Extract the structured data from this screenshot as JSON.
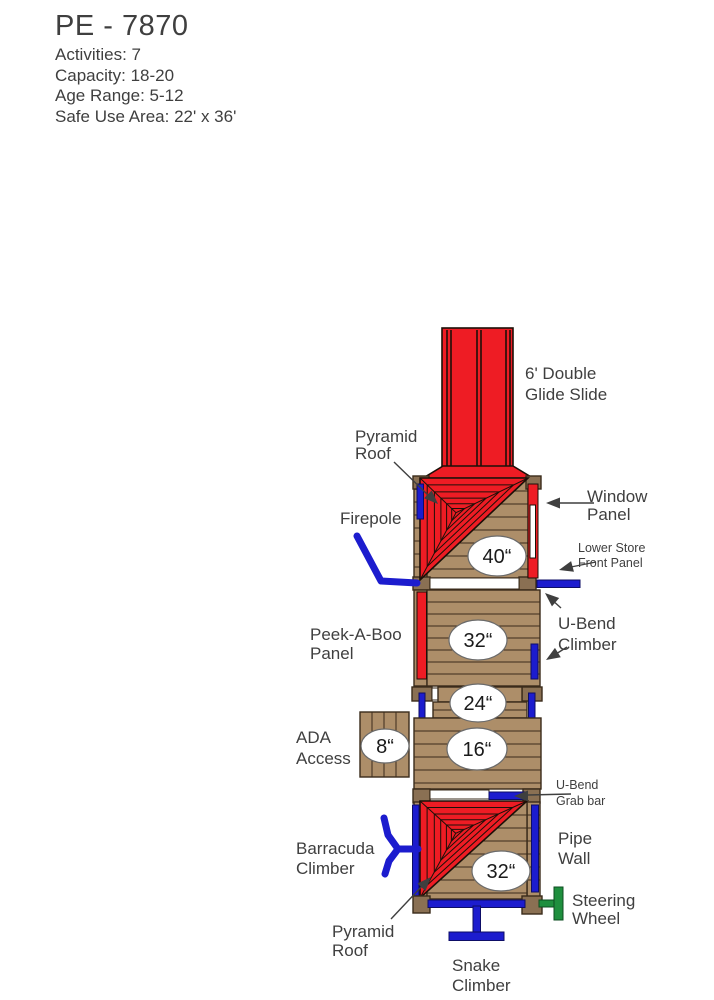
{
  "header": {
    "title": "PE - 7870",
    "activities": "Activities: 7",
    "capacity": "Capacity: 18-20",
    "age_range": "Age Range: 5-12",
    "safe_use_area": "Safe Use Area: 22' x 36'"
  },
  "labels": {
    "slide": [
      "6' Double",
      "Glide Slide"
    ],
    "pyramid_roof_top": [
      "Pyramid",
      "Roof"
    ],
    "firepole": "Firepole",
    "window_panel": [
      "Window",
      "Panel"
    ],
    "lower_store_front": [
      "Lower Store",
      "Front Panel"
    ],
    "u_bend_climber": [
      "U-Bend",
      "Climber"
    ],
    "peek_a_boo": [
      "Peek-A-Boo",
      "Panel"
    ],
    "ada_access": [
      "ADA",
      "Access"
    ],
    "u_bend_grab_bar": [
      "U-Bend",
      "Grab bar"
    ],
    "barracuda": [
      "Barracuda",
      "Climber"
    ],
    "pipe_wall": [
      "Pipe",
      "Wall"
    ],
    "steering_wheel": [
      "Steering",
      "Wheel"
    ],
    "pyramid_roof_bottom": [
      "Pyramid",
      "Roof"
    ],
    "snake_climber": [
      "Snake",
      "Climber"
    ]
  },
  "deck_heights": {
    "deck40": "40“",
    "deck32_upper": "32“",
    "deck24": "24“",
    "deck16": "16“",
    "ada_step": "8“",
    "deck32_lower": "32“"
  },
  "colors": {
    "red": "#EE1C24",
    "deck_tan": "#AD8E69",
    "post_brown": "#8A7053",
    "outline": "#3A2B1B",
    "blue": "#1C1CCE",
    "green": "#1F8F3E",
    "text": "#3F3F3F"
  }
}
